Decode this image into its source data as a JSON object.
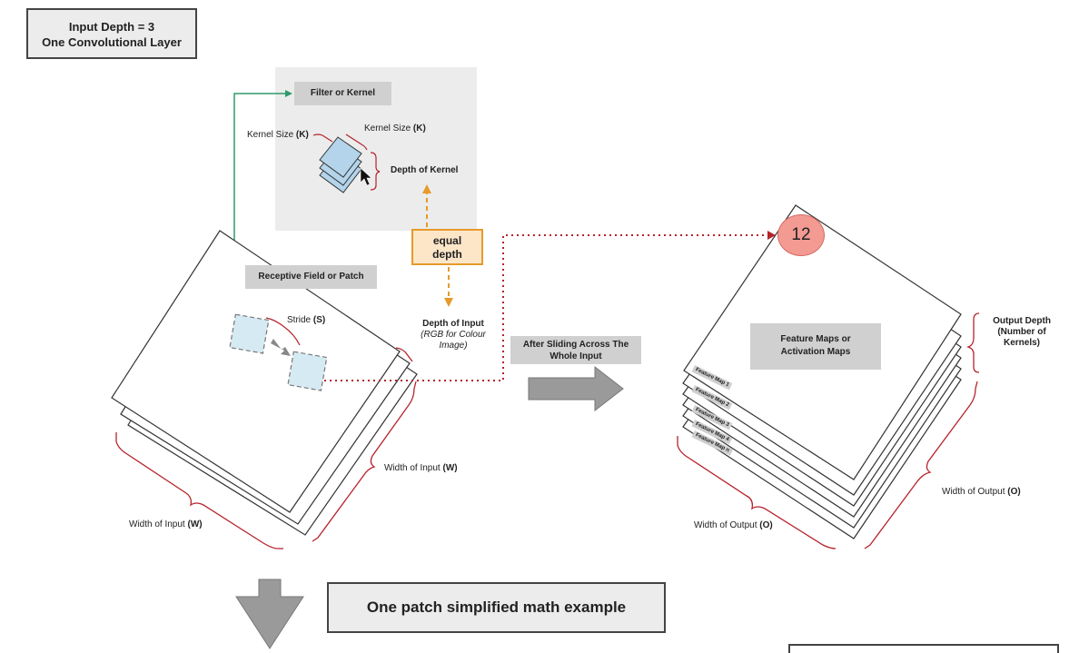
{
  "header": {
    "line1": "Input Depth = 3",
    "line2": "One Convolutional Layer"
  },
  "kernel": {
    "filter_label": "Filter or Kernel",
    "kernel_size_left": "Kernel Size ",
    "kernel_size_right": "Kernel Size ",
    "k_symbol": "(K)",
    "depth_of_kernel": "Depth of Kernel"
  },
  "equal_depth": {
    "line1": "equal",
    "line2": "depth"
  },
  "input": {
    "receptive_field_label": "Receptive Field or Patch",
    "stride_label": "Stride ",
    "stride_symbol": "(S)",
    "depth_of_input": "Depth of Input",
    "depth_of_input_note_1": "(RGB for Colour",
    "depth_of_input_note_2": "Image)",
    "width_label": "Width of Input ",
    "width_symbol": "(W)"
  },
  "transition": {
    "line1": "After Sliding Across The",
    "line2": "Whole Input"
  },
  "output": {
    "badge": "12",
    "feature_maps_line1": "Feature Maps or",
    "feature_maps_line2": "Activation Maps",
    "output_depth_line1": "Output Depth",
    "output_depth_line2": "(Number of",
    "output_depth_line3": "Kernels)",
    "width_label": "Width of Output ",
    "width_symbol": "(O)",
    "feature_map_items": [
      "Feature Map 1",
      "Feature Map 2",
      "Feature Map 3",
      "Feature Map 4",
      "Feature Map n"
    ]
  },
  "footer": {
    "example_label": "One patch simplified math example"
  },
  "colors": {
    "accent_orange": "#e69a2b",
    "dotted_red": "#b5232b",
    "green_connector": "#2e9a6a",
    "brace_red": "#b5232b",
    "badge_pink": "#f39a93"
  },
  "icons": [
    "cursor-arrow-icon",
    "down-arrow-icon",
    "right-arrow-icon"
  ]
}
